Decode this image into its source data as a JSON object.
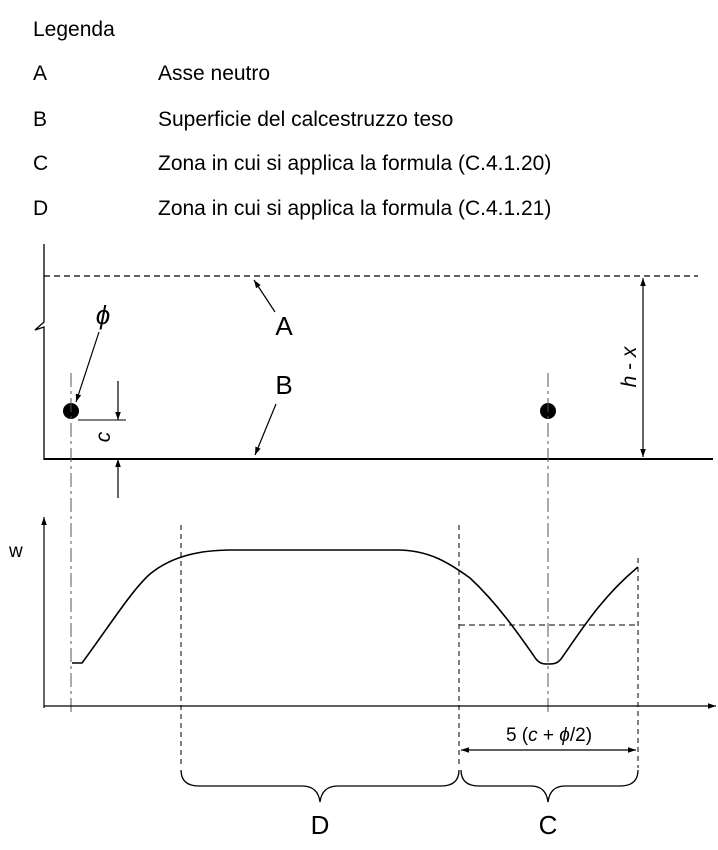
{
  "legend": {
    "title": "Legenda",
    "items": [
      {
        "key": "A",
        "text": "Asse neutro"
      },
      {
        "key": "B",
        "text": "Superficie del calcestruzzo teso"
      },
      {
        "key": "C",
        "text": "Zona in cui si applica la formula (C.4.1.20)"
      },
      {
        "key": "D",
        "text": "Zona in cui si applica la formula (C.4.1.21)"
      }
    ]
  },
  "diagram": {
    "label_a": "A",
    "label_b": "B",
    "label_c": "C",
    "label_d": "D",
    "label_phi": "ϕ",
    "label_cover": "c",
    "label_w": "w",
    "dim_hx": {
      "h": "h",
      "sep": " - ",
      "x": "x"
    },
    "dim_spacing": {
      "pre": "5 (",
      "c": "c",
      "mid": " + ",
      "phi": "ϕ",
      "post": "/2)"
    }
  }
}
